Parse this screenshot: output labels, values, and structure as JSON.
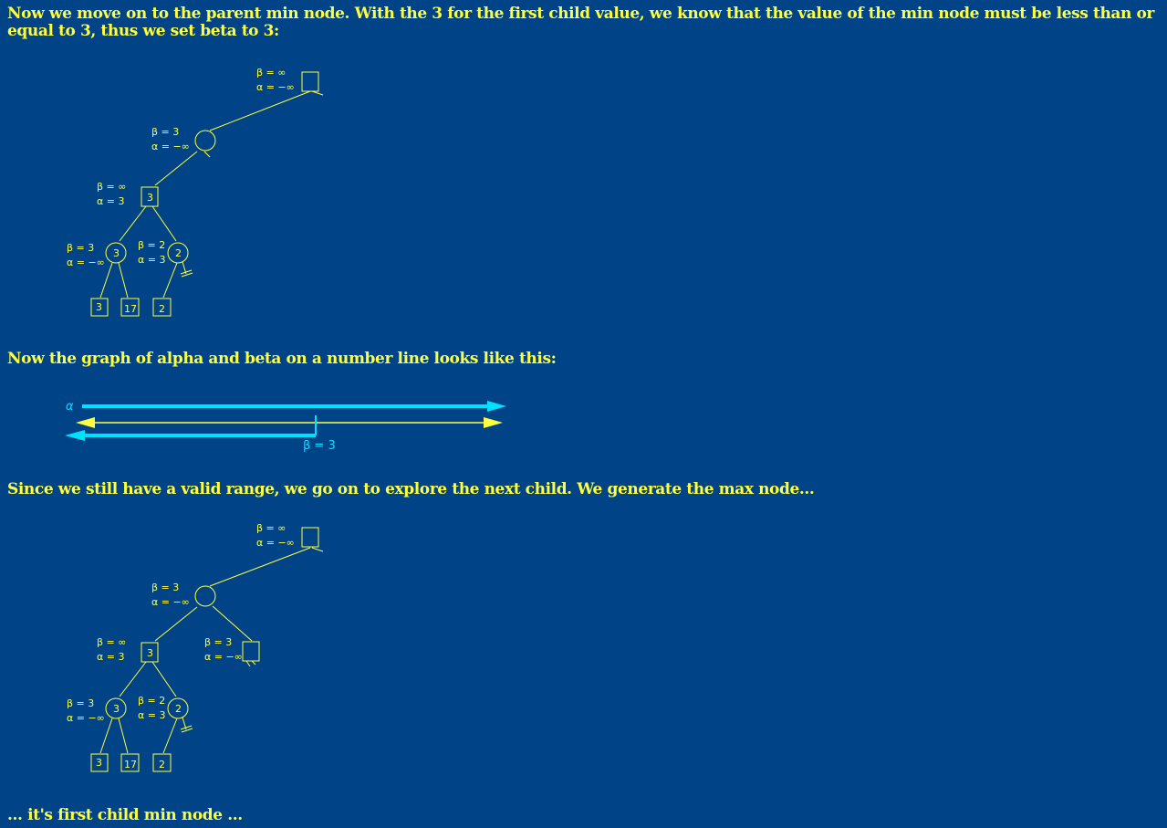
{
  "paragraphs": {
    "p1": "Now we move on to the parent min node. With the 3 for the first child value, we know that the value of the min node must be less than or equal to 3, thus we set beta to 3:",
    "p2": "Now the graph of alpha and beta on a number line looks like this:",
    "p3": "Since we still have a valid range, we go on to explore the next child. We generate the max node...",
    "p4": "... it's first child min node ..."
  },
  "tree1": {
    "root": {
      "beta": "β = ∞",
      "alpha": "α = −∞",
      "value": ""
    },
    "min_a": {
      "beta": "β = 3",
      "alpha": "α = −∞",
      "value": ""
    },
    "max_a": {
      "beta": "β = ∞",
      "alpha": "α = 3",
      "value": "3"
    },
    "min_left": {
      "beta": "β = 3",
      "alpha": "α = −∞",
      "value": "3"
    },
    "min_right": {
      "beta": "β = 2",
      "alpha": "α = 3",
      "value": "2"
    },
    "leaves": [
      "3",
      "17",
      "2"
    ]
  },
  "numberline": {
    "alpha_label": "α",
    "beta_label": "β = 3"
  },
  "tree2": {
    "root": {
      "beta": "β = ∞",
      "alpha": "α = −∞",
      "value": ""
    },
    "min_a": {
      "beta": "β = 3",
      "alpha": "α = −∞",
      "value": ""
    },
    "max_a": {
      "beta": "β = ∞",
      "alpha": "α = 3",
      "value": "3"
    },
    "max_b": {
      "beta": "β = 3",
      "alpha": "α = −∞",
      "value": ""
    },
    "min_left": {
      "beta": "β = 3",
      "alpha": "α = −∞",
      "value": "3"
    },
    "min_right": {
      "beta": "β = 2",
      "alpha": "α = 3",
      "value": "2"
    },
    "leaves": [
      "3",
      "17",
      "2"
    ]
  },
  "colors": {
    "background": "#004487",
    "text": "#ffff40",
    "alpha_line": "#00e0ff",
    "beta_line": "#ffff40"
  }
}
